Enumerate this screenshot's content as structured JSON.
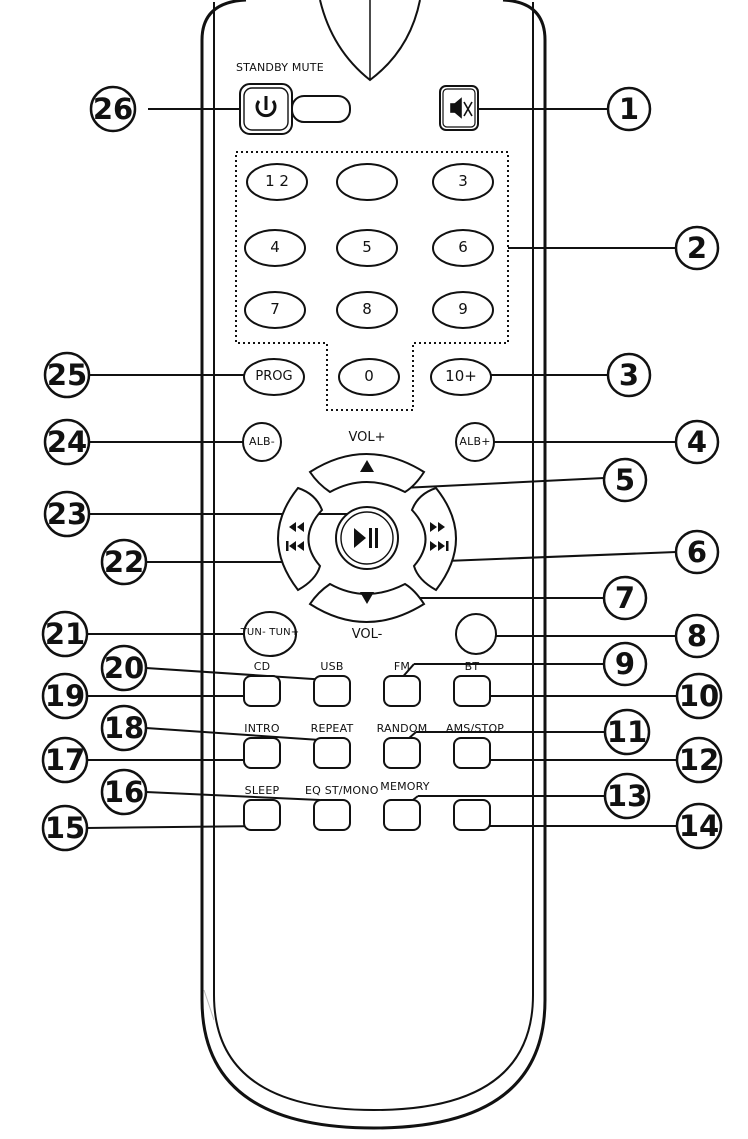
{
  "labels": {
    "standby_mute": "STANDBY MUTE",
    "vol_plus": "VOL+",
    "vol_minus": "VOL-",
    "cd": "CD",
    "usb": "USB",
    "fm": "FM",
    "bt": "BT",
    "intro": "INTRO",
    "repeat": "REPEAT",
    "random": "RANDOM",
    "ams_stop": "AMS/STOP",
    "sleep": "SLEEP",
    "eq_st_mono": "EQ ST/MONO",
    "memory": "MEMORY"
  },
  "keys": {
    "k12": "1 2",
    "k3": "3",
    "k4": "4",
    "k5": "5",
    "k6": "6",
    "k7": "7",
    "k8": "8",
    "k9": "9",
    "k0": "0",
    "k10plus": "10+",
    "prog": "PROG",
    "alb_minus": "ALB-",
    "alb_plus": "ALB+",
    "tun": "TUN- TUN+"
  },
  "callouts": {
    "c1": "1",
    "c2": "2",
    "c3": "3",
    "c4": "4",
    "c5": "5",
    "c6": "6",
    "c7": "7",
    "c8": "8",
    "c9": "9",
    "c10": "10",
    "c11": "11",
    "c12": "12",
    "c13": "13",
    "c14": "14",
    "c15": "15",
    "c16": "16",
    "c17": "17",
    "c18": "18",
    "c19": "19",
    "c20": "20",
    "c21": "21",
    "c22": "22",
    "c23": "23",
    "c24": "24",
    "c25": "25",
    "c26": "26"
  },
  "icons": {
    "power": "power-icon",
    "mute": "mute-icon",
    "play_pause": "play-pause-icon",
    "vol_up": "up-arrow-icon",
    "vol_down": "down-arrow-icon",
    "rewind": "rewind-icon",
    "prev": "previous-track-icon",
    "fast_forward": "fast-forward-icon",
    "next": "next-track-icon"
  },
  "colors": {
    "line": "#111111",
    "background": "#ffffff"
  }
}
